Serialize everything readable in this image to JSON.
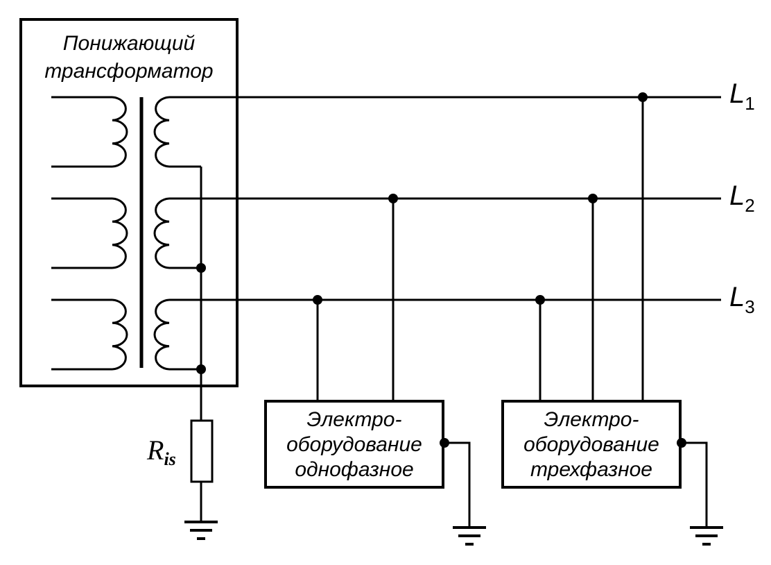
{
  "transformer": {
    "title_line1": "Понижающий",
    "title_line2": "трансформатор"
  },
  "lines": [
    {
      "label": "L",
      "index": "1"
    },
    {
      "label": "L",
      "index": "2"
    },
    {
      "label": "L",
      "index": "3"
    }
  ],
  "resistor": {
    "label": "R",
    "subscript": "is"
  },
  "equipment_single": {
    "line1": "Электро-",
    "line2": "оборудование",
    "line3": "однофазное"
  },
  "equipment_three": {
    "line1": "Электро-",
    "line2": "оборудование",
    "line3": "трехфазное"
  }
}
